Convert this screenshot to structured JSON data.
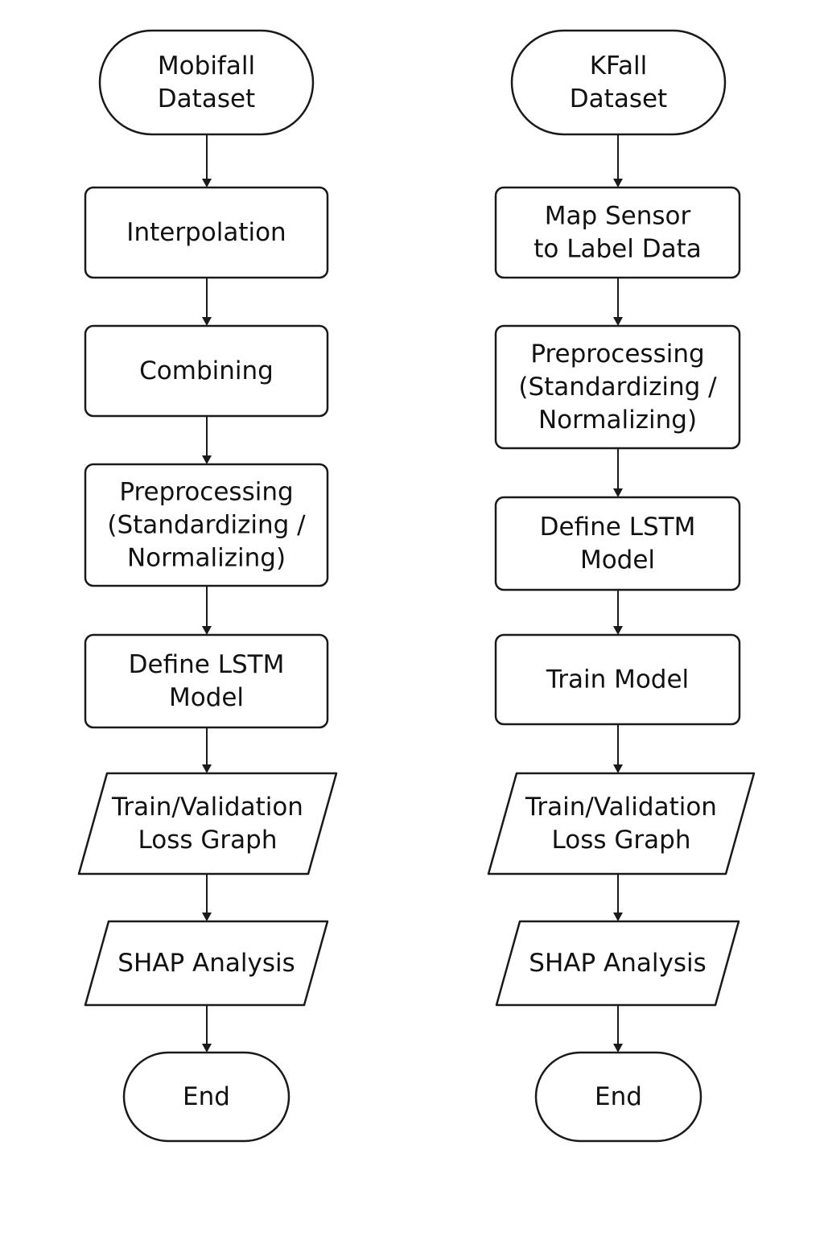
{
  "flows": [
    {
      "nodes": [
        {
          "shape": "terminator",
          "lines": [
            "Mobifall",
            "Dataset"
          ]
        },
        {
          "shape": "process",
          "lines": [
            "Interpolation"
          ]
        },
        {
          "shape": "process",
          "lines": [
            "Combining"
          ]
        },
        {
          "shape": "process",
          "lines": [
            "Preprocessing",
            "(Standardizing /",
            "Normalizing)"
          ]
        },
        {
          "shape": "process",
          "lines": [
            "Define LSTM",
            "Model"
          ]
        },
        {
          "shape": "data",
          "lines": [
            "Train/Validation",
            "Loss Graph"
          ]
        },
        {
          "shape": "data",
          "lines": [
            "SHAP Analysis"
          ]
        },
        {
          "shape": "terminator",
          "lines": [
            "End"
          ]
        }
      ]
    },
    {
      "nodes": [
        {
          "shape": "terminator",
          "lines": [
            "KFall",
            "Dataset"
          ]
        },
        {
          "shape": "process",
          "lines": [
            "Map Sensor",
            "to Label Data"
          ]
        },
        {
          "shape": "process",
          "lines": [
            "Preprocessing",
            "(Standardizing /",
            "Normalizing)"
          ]
        },
        {
          "shape": "process",
          "lines": [
            "Define LSTM",
            "Model"
          ]
        },
        {
          "shape": "process",
          "lines": [
            "Train Model"
          ]
        },
        {
          "shape": "data",
          "lines": [
            "Train/Validation",
            "Loss Graph"
          ]
        },
        {
          "shape": "data",
          "lines": [
            "SHAP Analysis"
          ]
        },
        {
          "shape": "terminator",
          "lines": [
            "End"
          ]
        }
      ]
    }
  ],
  "colors": {
    "stroke": "#1a1a1a",
    "fill": "#ffffff",
    "text": "#111111"
  }
}
